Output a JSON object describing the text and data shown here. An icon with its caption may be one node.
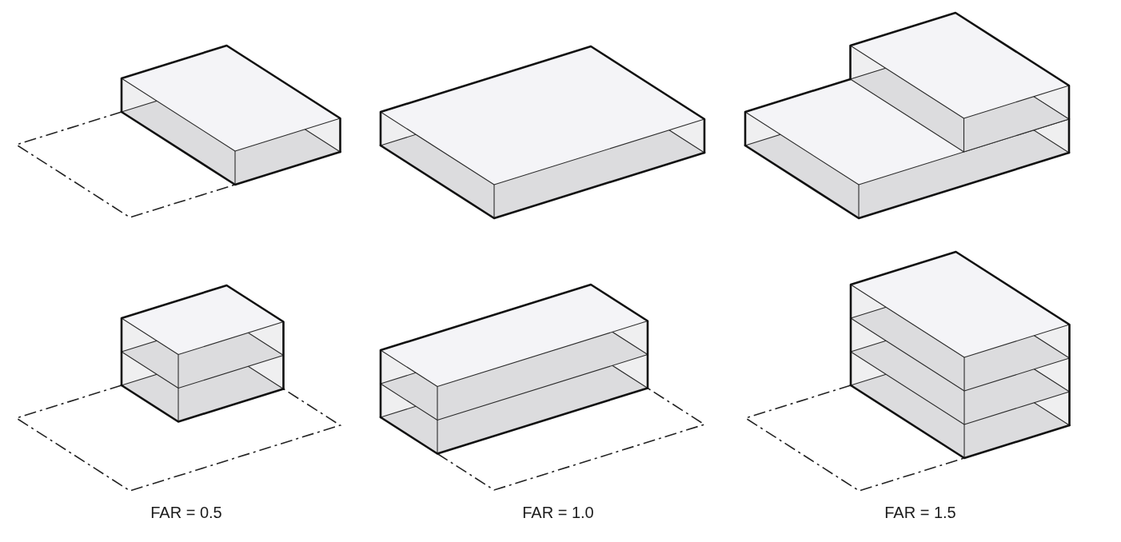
{
  "diagram": {
    "labels": [
      "FAR = 0.5",
      "FAR = 1.0",
      "FAR = 1.5"
    ]
  }
}
